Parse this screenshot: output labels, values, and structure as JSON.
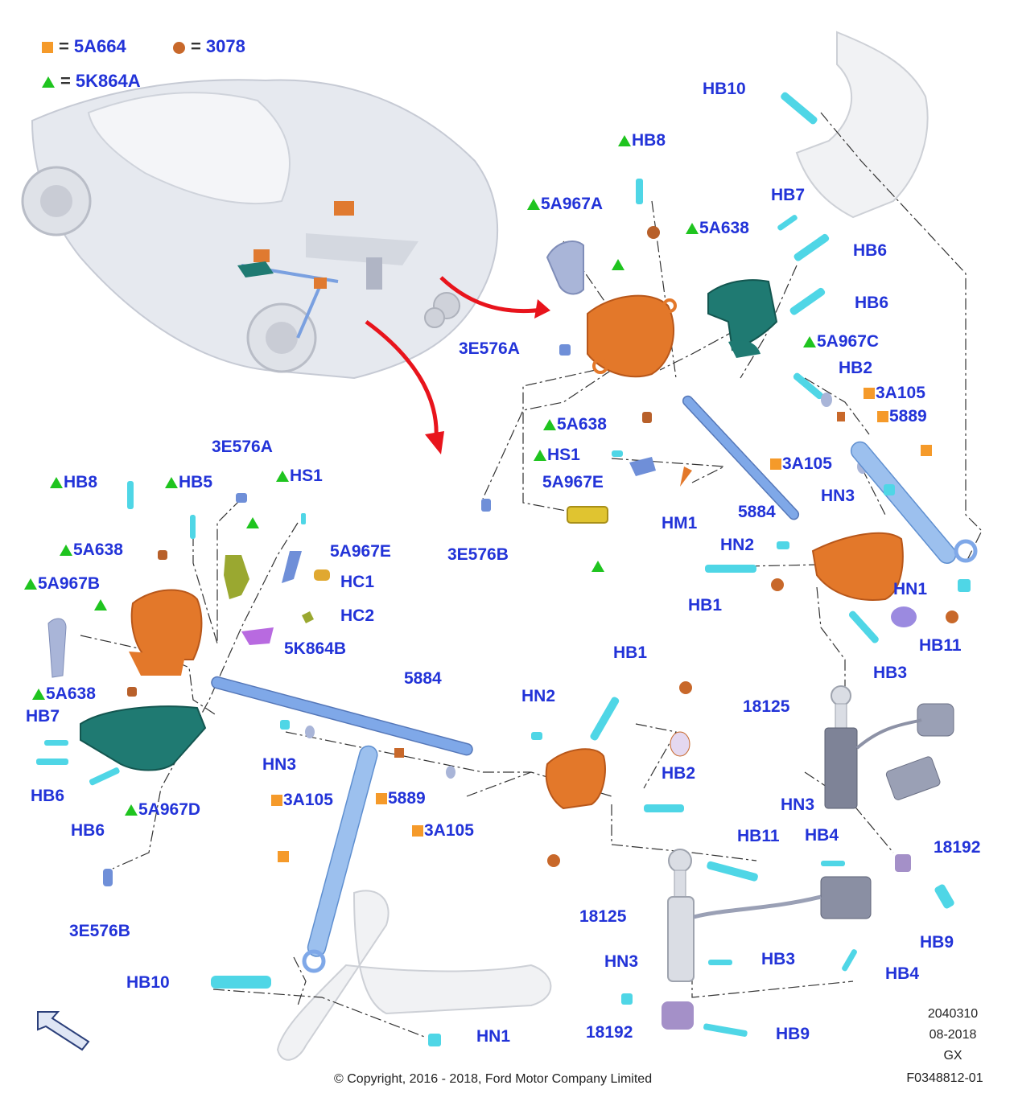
{
  "legend": {
    "square_code": "5A664",
    "circle_code": "3078",
    "triangle_code": "5K864A"
  },
  "colors": {
    "label": "#2233d8",
    "square": "#f59a2a",
    "circle": "#c8682a",
    "triangle": "#1fc41f",
    "arrow": "#e8141c",
    "bolt": "#4fd6e6",
    "rod": "#7fa8e8",
    "knuckle": "#e3782a",
    "arm": "#1f7a72"
  },
  "labels": {
    "hb10_top": "HB10",
    "hb8_top": "HB8",
    "a5a967a": "5A967A",
    "a5a638_top": "5A638",
    "hb7_top": "HB7",
    "hb6_top1": "HB6",
    "hb6_top2": "HB6",
    "a5a967c": "5A967C",
    "e3e576a_top": "3E576A",
    "hb2_top": "HB2",
    "a3a105_top1": "3A105",
    "a5889_top": "5889",
    "a5a638_mid": "5A638",
    "hs1_top": "HS1",
    "a3a105_top2": "3A105",
    "a5a967e_top": "5A967E",
    "hn3_top": "HN3",
    "hm1": "HM1",
    "a5884_top": "5884",
    "e3e576b_top": "3E576B",
    "hn2_top": "HN2",
    "hb1_top": "HB1",
    "hn1_top": "HN1",
    "hb11_top": "HB11",
    "hb3_top": "HB3",
    "a18125_top": "18125",
    "hn3_right": "HN3",
    "hb11_bot": "HB11",
    "hb4_top": "HB4",
    "a18192_top": "18192",
    "hb9_top": "HB9",
    "a18125_bot": "18125",
    "hb3_bot": "HB3",
    "hn3_bot": "HN3",
    "hb4_bot": "HB4",
    "a18192_bot": "18192",
    "hb9_bot": "HB9",
    "hb8_left": "HB8",
    "hb5_left": "HB5",
    "e3e576a_left": "3E576A",
    "hs1_left": "HS1",
    "a5a638_left1": "5A638",
    "a5a967e_left": "5A967E",
    "hc1": "HC1",
    "a5a967b": "5A967B",
    "hc2": "HC2",
    "k5k864b": "5K864B",
    "a5a638_left2": "5A638",
    "hb7_left": "HB7",
    "hb6_left1": "HB6",
    "hb6_left2": "HB6",
    "a5a967d": "5A967D",
    "a5884_left": "5884",
    "hn3_left": "HN3",
    "a3a105_left1": "3A105",
    "a5889_left": "5889",
    "a3a105_left2": "3A105",
    "hn2_left": "HN2",
    "hb1_left": "HB1",
    "hb2_left": "HB2",
    "e3e576b_left": "3E576B",
    "hb10_bot": "HB10",
    "hn1_bot": "HN1"
  },
  "meta": {
    "number": "2040310",
    "date": "08-2018",
    "region": "GX",
    "figure": "F0348812-01",
    "copyright": "© Copyright, 2016 - 2018, Ford Motor Company Limited"
  }
}
